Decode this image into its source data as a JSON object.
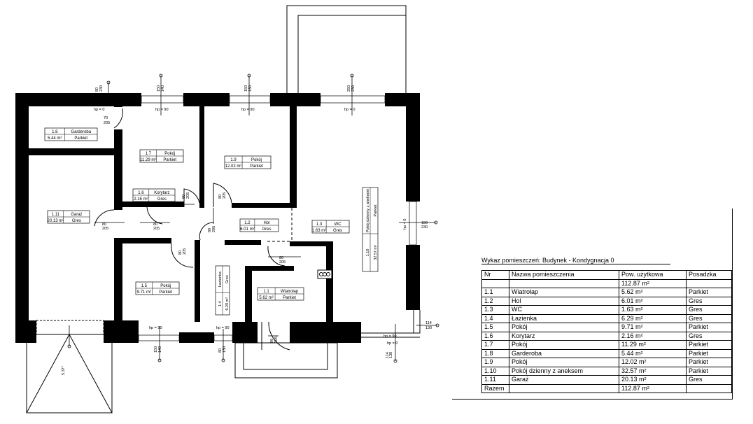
{
  "plan": {
    "rooms": [
      {
        "nr": "1.8",
        "name": "Garderoba",
        "area": "5.44 m²",
        "floor": "Parkiet"
      },
      {
        "nr": "1.7",
        "name": "Pokój",
        "area": "11.29 m²",
        "floor": "Parkiet"
      },
      {
        "nr": "1.9",
        "name": "Pokój",
        "area": "12.02 m²",
        "floor": "Parkiet"
      },
      {
        "nr": "1.6",
        "name": "Korytarz",
        "area": "2.16 m²",
        "floor": "Gres"
      },
      {
        "nr": "1.11",
        "name": "Garaż",
        "area": "20.13 m²",
        "floor": "Gres"
      },
      {
        "nr": "1.2",
        "name": "Hol",
        "area": "6.01 m²",
        "floor": "Gres"
      },
      {
        "nr": "1.3",
        "name": "WC",
        "area": "1.63 m²",
        "floor": "Gres"
      },
      {
        "nr": "1.5",
        "name": "Pokój",
        "area": "9.71 m²",
        "floor": "Parkiet"
      },
      {
        "nr": "1.1",
        "name": "Wiatrołap",
        "area": "5.62 m²",
        "floor": "Parkiet"
      },
      {
        "nr": "1.4",
        "name": "Łazienka",
        "area": "6.29 m²",
        "floor": "Gres"
      },
      {
        "nr": "1.10",
        "name": "Pokój dzienny z aneksem",
        "area": "32.57 m²",
        "floor": "Parkiet"
      }
    ],
    "annotations": [
      {
        "text": "80"
      },
      {
        "text": "230"
      },
      {
        "text": "hp = 0"
      },
      {
        "text": "150"
      },
      {
        "text": "140"
      },
      {
        "text": "hp = 90"
      },
      {
        "text": "150"
      },
      {
        "text": "130"
      },
      {
        "text": "hp = 90"
      },
      {
        "text": "250"
      },
      {
        "text": "230"
      },
      {
        "text": "hp = 0"
      },
      {
        "text": "70"
      },
      {
        "text": "205"
      },
      {
        "text": "80"
      },
      {
        "text": "205"
      },
      {
        "text": "80"
      },
      {
        "text": "205"
      },
      {
        "text": "80"
      },
      {
        "text": "205"
      },
      {
        "text": "80"
      },
      {
        "text": "205"
      },
      {
        "text": "80"
      },
      {
        "text": "205"
      },
      {
        "text": "80"
      },
      {
        "text": "205"
      },
      {
        "text": "80"
      },
      {
        "text": "205"
      },
      {
        "text": "hp = 0"
      },
      {
        "text": "180"
      },
      {
        "text": "230"
      },
      {
        "text": "hp = 90"
      },
      {
        "text": "150"
      },
      {
        "text": "140"
      },
      {
        "text": "hp = 90"
      },
      {
        "text": "80"
      },
      {
        "text": "130"
      },
      {
        "text": "96"
      },
      {
        "text": "205"
      },
      {
        "text": "hp = 90"
      },
      {
        "text": "114"
      },
      {
        "text": "130"
      },
      {
        "text": "hp = 0"
      },
      {
        "text": "114"
      },
      {
        "text": "130"
      },
      {
        "text": "5.37°"
      }
    ]
  },
  "table": {
    "title": "Wykaz pomieszczeń: Budynek - Kondygnacja 0",
    "headers": [
      "Nr",
      "Nazwa pomieszczenia",
      "Pow. użytkowa",
      "Posadzka"
    ],
    "subtotal": "112.87 m²",
    "rows": [
      {
        "nr": "1.1",
        "name": "Wiatrołap",
        "area": "5.62 m²",
        "floor": "Parkiet"
      },
      {
        "nr": "1.2",
        "name": "Hol",
        "area": "6.01 m²",
        "floor": "Gres"
      },
      {
        "nr": "1.3",
        "name": "WC",
        "area": "1.63 m²",
        "floor": "Gres"
      },
      {
        "nr": "1.4",
        "name": "Łazienka",
        "area": "6.29 m²",
        "floor": "Gres"
      },
      {
        "nr": "1.5",
        "name": "Pokój",
        "area": "9.71 m²",
        "floor": "Parkiet"
      },
      {
        "nr": "1.6",
        "name": "Korytarz",
        "area": "2.16 m²",
        "floor": "Gres"
      },
      {
        "nr": "1.7",
        "name": "Pokój",
        "area": "11.29 m²",
        "floor": "Parkiet"
      },
      {
        "nr": "1.8",
        "name": "Garderoba",
        "area": "5.44 m²",
        "floor": "Parkiet"
      },
      {
        "nr": "1.9",
        "name": "Pokój",
        "area": "12.02 m²",
        "floor": "Parkiet"
      },
      {
        "nr": "1.10",
        "name": "Pokój dzienny z aneksem",
        "area": "32.57 m²",
        "floor": "Parkiet"
      },
      {
        "nr": "1.11",
        "name": "Garaż",
        "area": "20.13 m²",
        "floor": "Gres"
      }
    ],
    "total_label": "Razem",
    "total": "112.87 m²"
  }
}
